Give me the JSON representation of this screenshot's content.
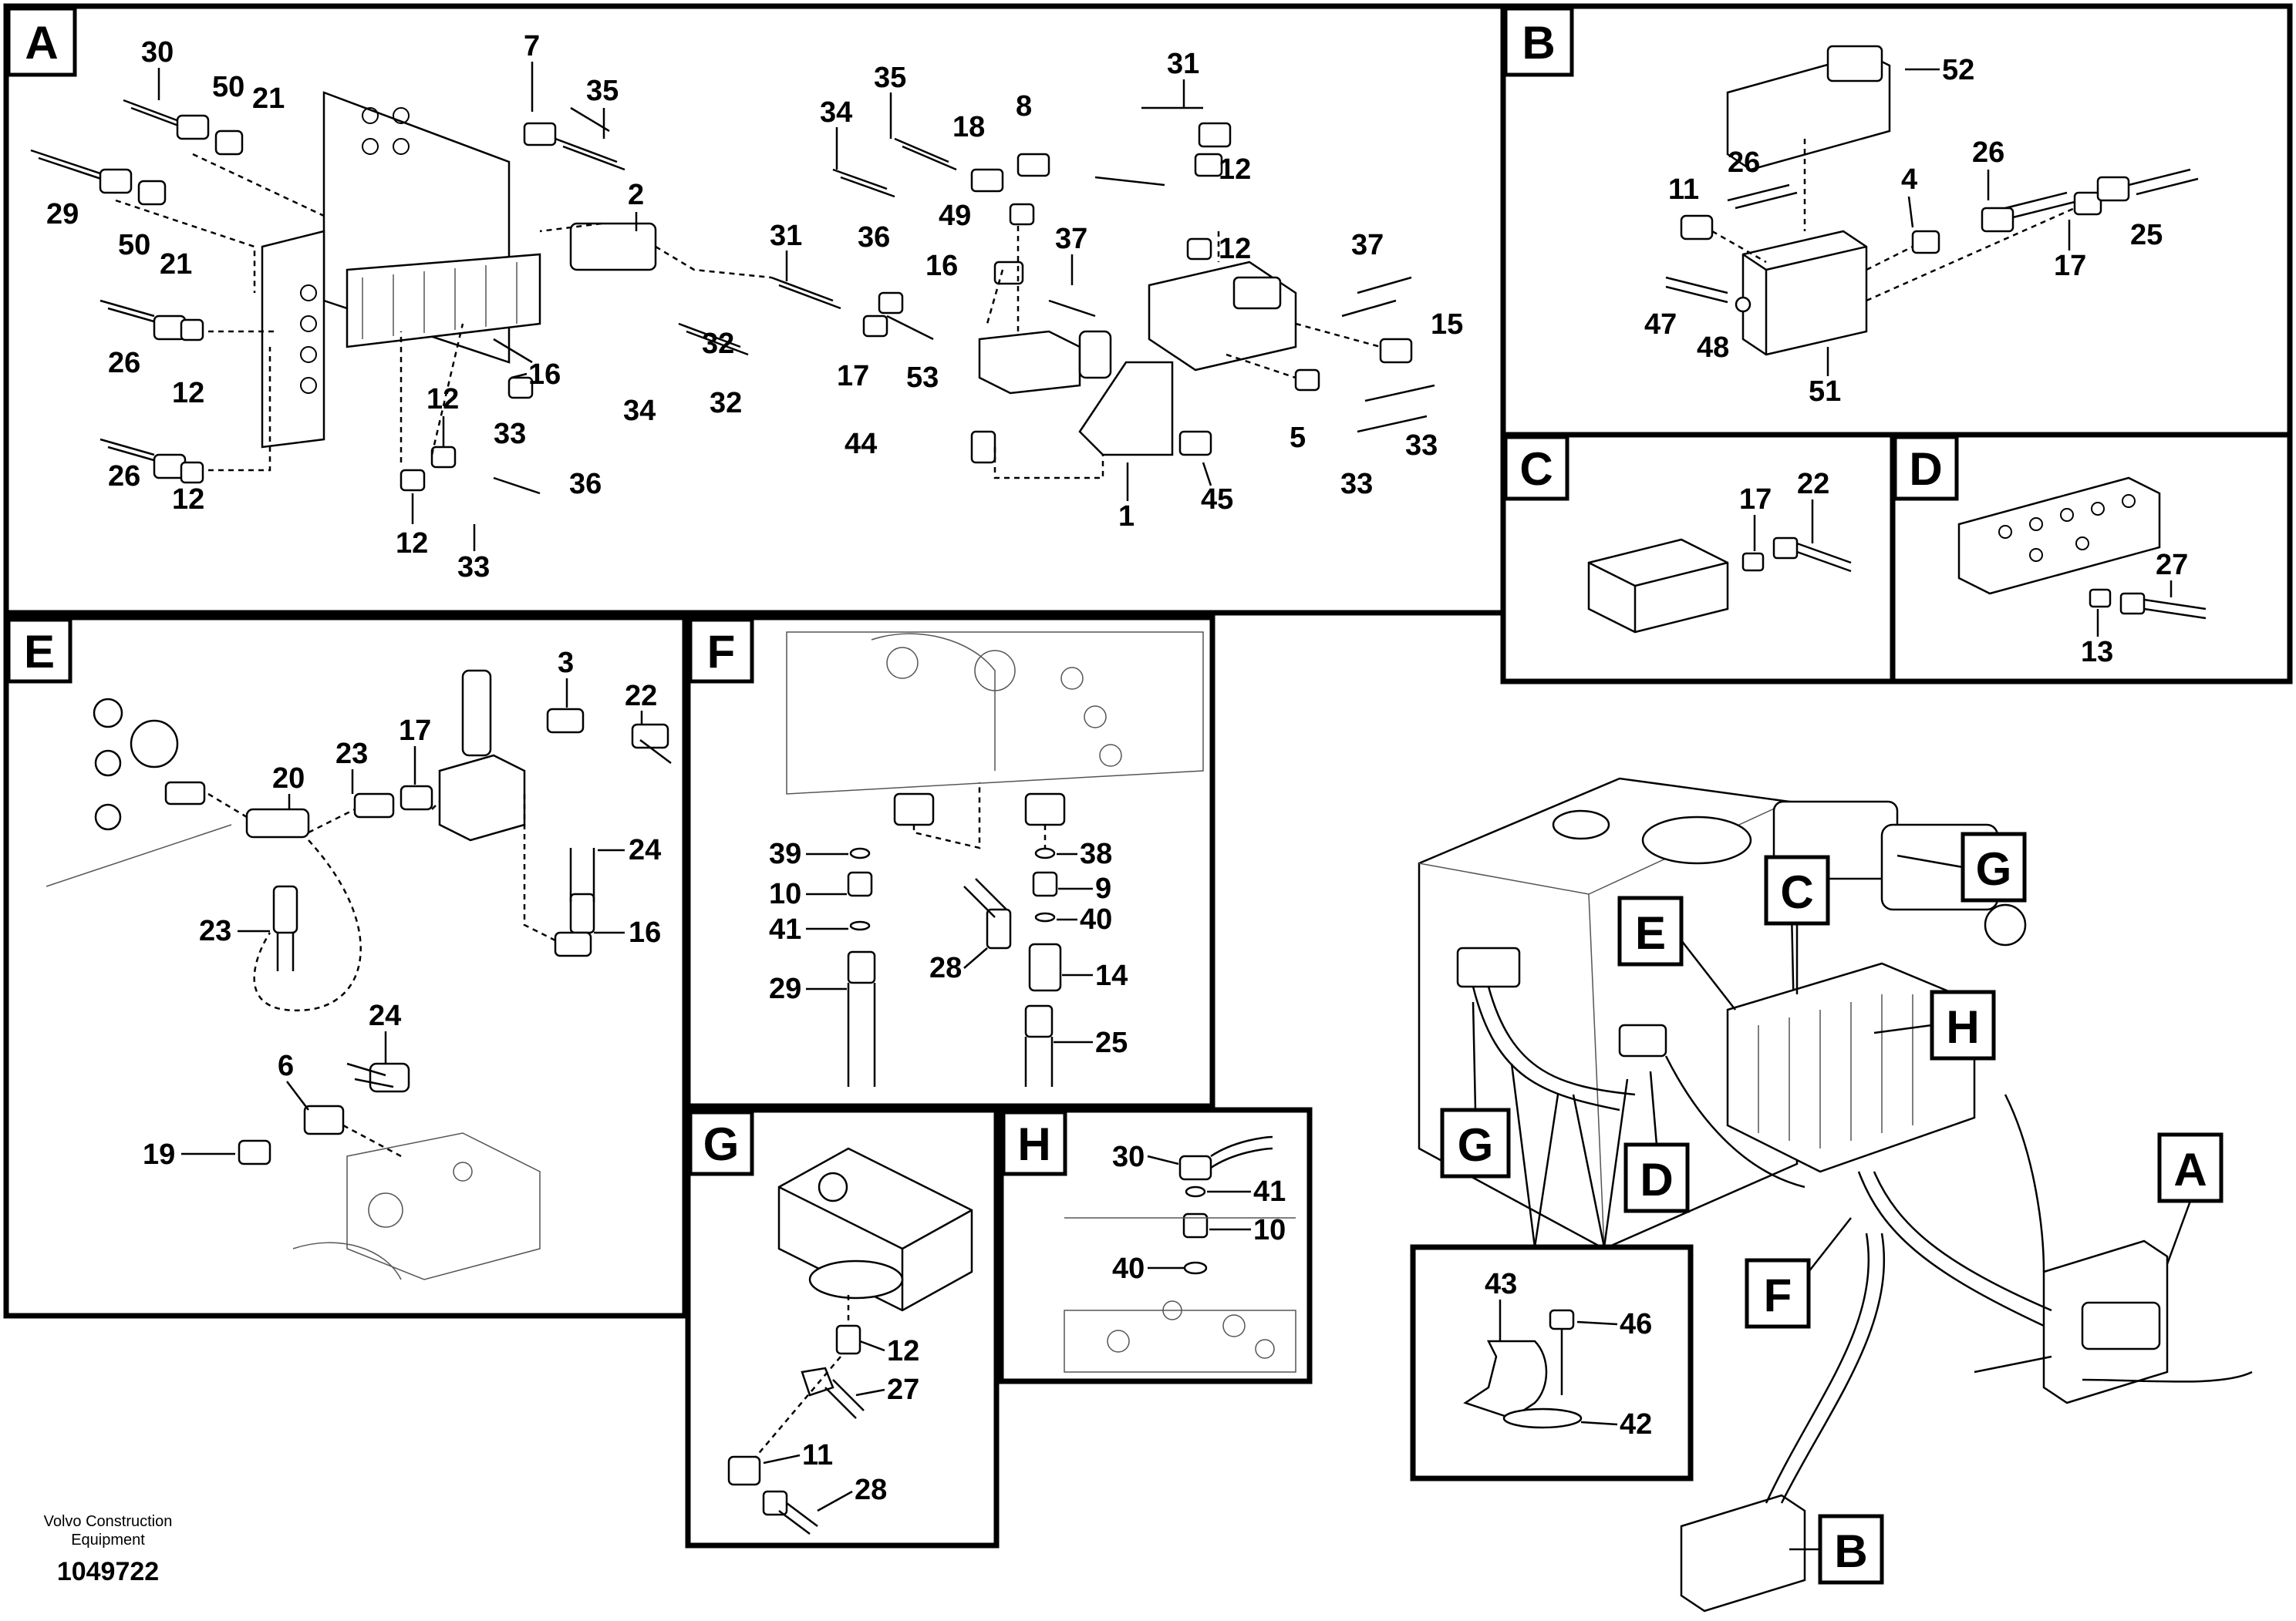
{
  "panels": {
    "A": {
      "letter": "A",
      "callouts": [
        "30",
        "50",
        "21",
        "29",
        "50",
        "21",
        "7",
        "35",
        "2",
        "26",
        "12",
        "26",
        "12",
        "12",
        "16",
        "12",
        "33",
        "33",
        "36",
        "34",
        "32",
        "31",
        "35",
        "34",
        "18",
        "8",
        "36",
        "49",
        "16",
        "37",
        "17",
        "53",
        "44",
        "1",
        "45",
        "32",
        "12",
        "31",
        "12",
        "37",
        "15",
        "5",
        "33",
        "33"
      ]
    },
    "B": {
      "letter": "B",
      "callouts": [
        "52",
        "11",
        "26",
        "4",
        "26",
        "25",
        "47",
        "48",
        "51",
        "17"
      ]
    },
    "C": {
      "letter": "C",
      "callouts": [
        "17",
        "22"
      ]
    },
    "D": {
      "letter": "D",
      "callouts": [
        "27",
        "13"
      ]
    },
    "E": {
      "letter": "E",
      "callouts": [
        "3",
        "22",
        "17",
        "20",
        "23",
        "24",
        "23",
        "16",
        "24",
        "6",
        "19"
      ]
    },
    "F": {
      "letter": "F",
      "callouts": [
        "39",
        "38",
        "10",
        "9",
        "41",
        "40",
        "28",
        "14",
        "29",
        "25"
      ]
    },
    "G": {
      "letter": "G",
      "callouts": [
        "12",
        "27",
        "11",
        "28"
      ]
    },
    "H": {
      "letter": "H",
      "callouts": [
        "30",
        "41",
        "10",
        "40"
      ]
    },
    "overview": {
      "tags": [
        "A",
        "B",
        "C",
        "D",
        "E",
        "F",
        "G",
        "H",
        "G"
      ],
      "callouts": [
        "43",
        "46",
        "42"
      ]
    }
  },
  "footer": {
    "line1": "Volvo Construction",
    "line2": "Equipment",
    "code": "1049722"
  }
}
